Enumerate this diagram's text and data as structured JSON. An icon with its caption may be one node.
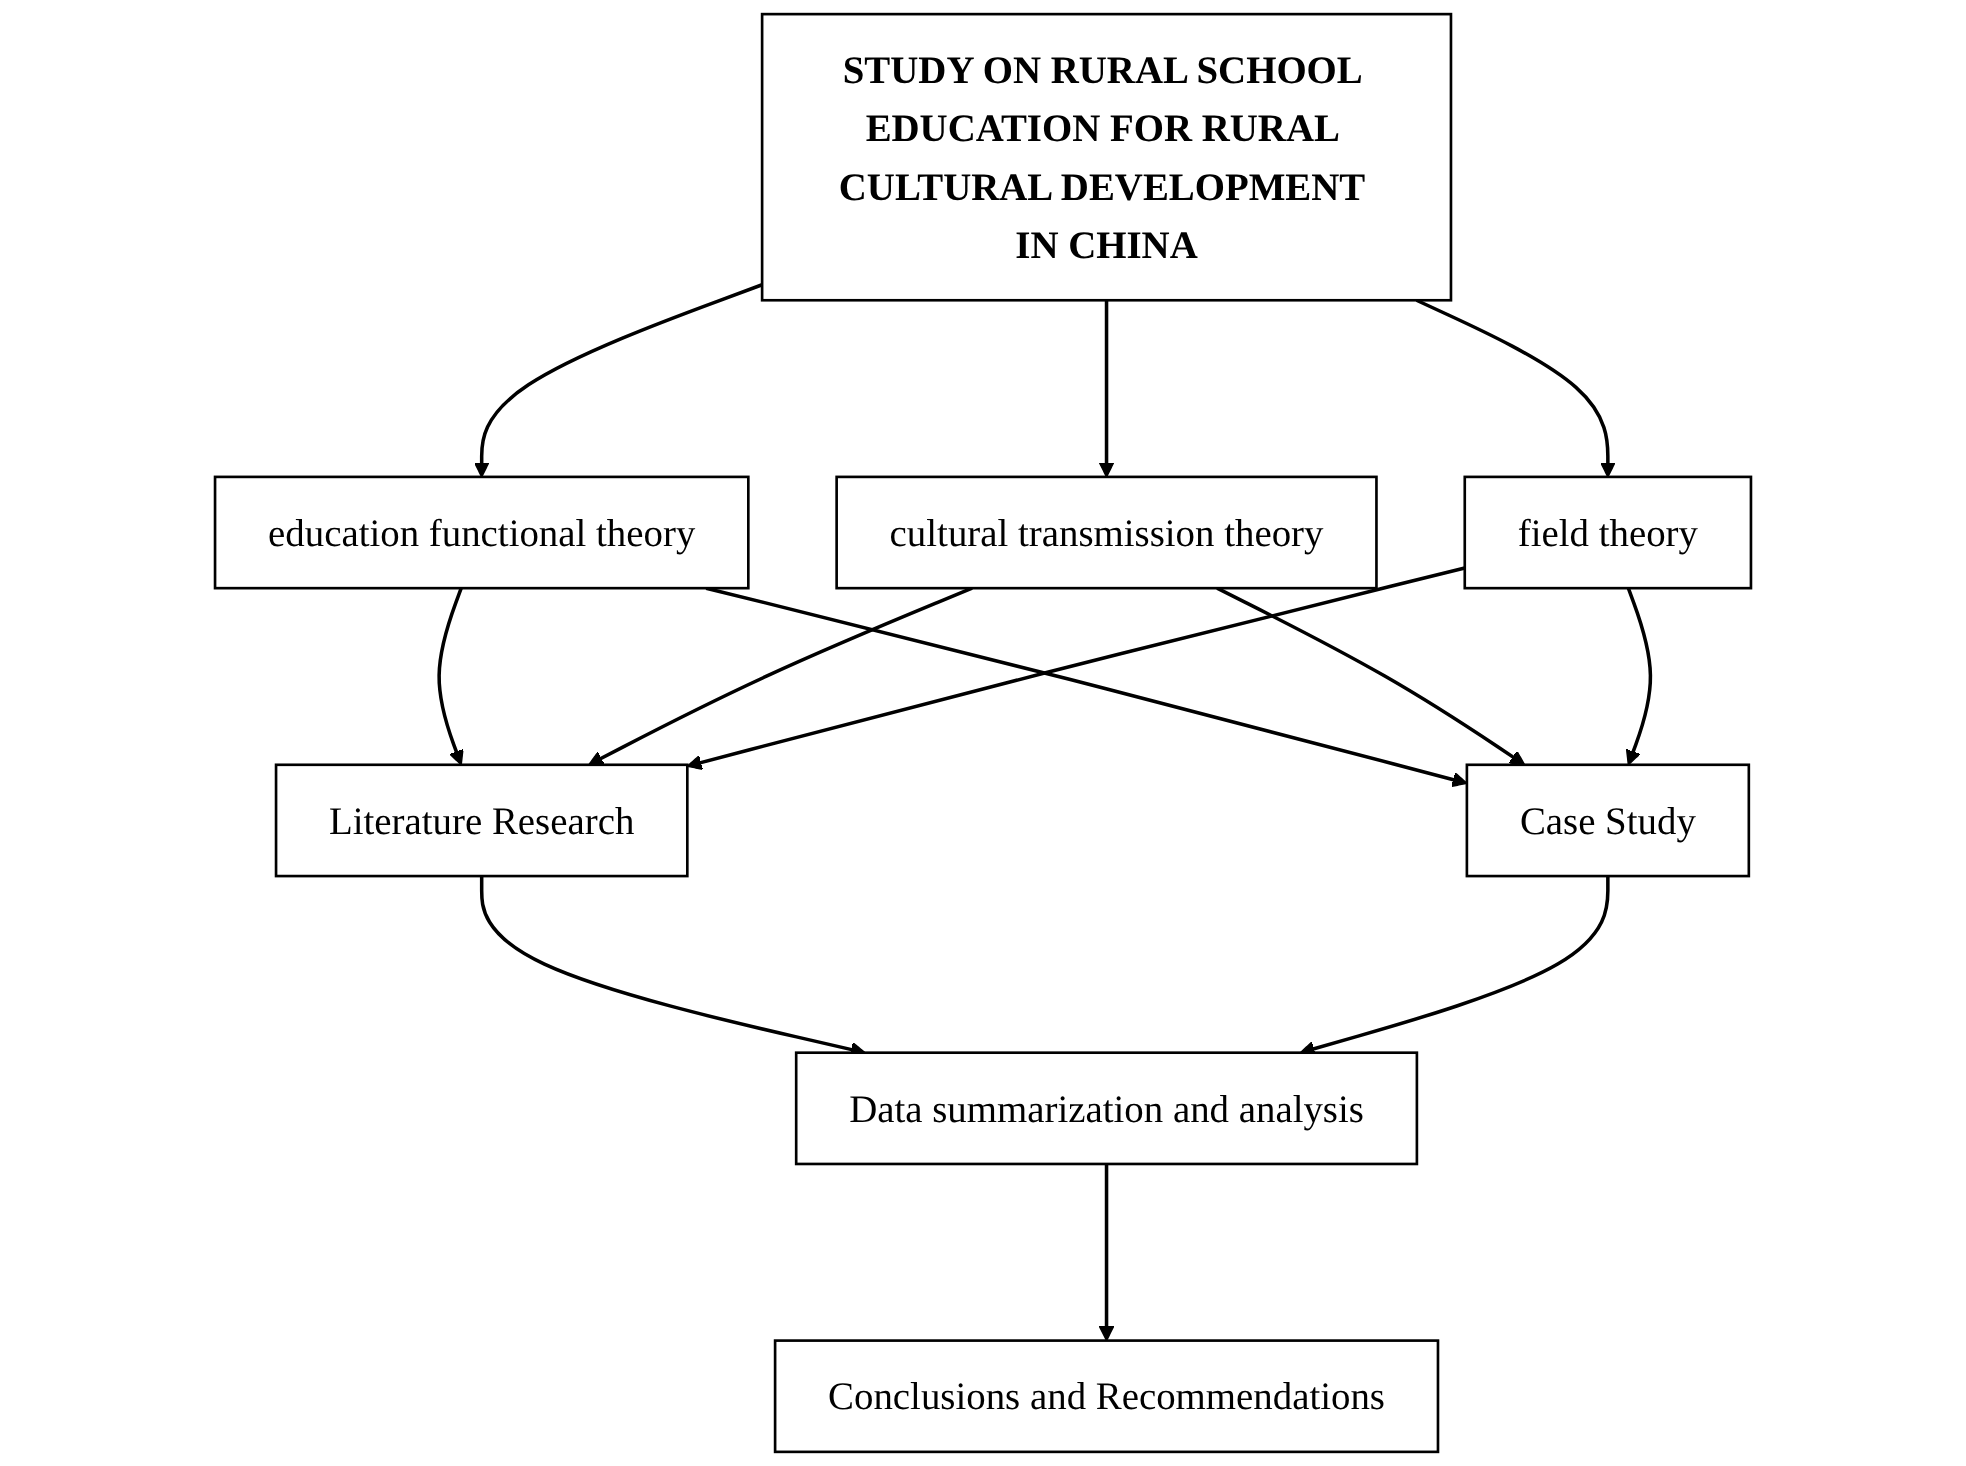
{
  "diagram": {
    "nodes": [
      {
        "text": [
          "STUDY ON RURAL SCHOOL EDUCATION FOR RURAL CULTURAL DEVELOPMENT IN CHINA"
        ]
      },
      {
        "text": [
          "education functional theory"
        ]
      },
      {
        "text": [
          "cultural transmission theory"
        ]
      },
      {
        "text": [
          "field theory"
        ]
      },
      {
        "text": [
          "Literature Research"
        ]
      },
      {
        "text": [
          "Case Study"
        ]
      },
      {
        "text": [
          "Data summarization and analysis"
        ]
      },
      {
        "text": [
          "Conclusions and Recommendations"
        ]
      }
    ],
    "edges": [
      {
        "from": 0,
        "to": 1,
        "arrow": "to"
      },
      {
        "from": 0,
        "to": 2,
        "arrow": "to"
      },
      {
        "from": 0,
        "to": 3,
        "arrow": "to"
      },
      {
        "from": 1,
        "to": 4,
        "arrow": "to"
      },
      {
        "from": 1,
        "to": 5,
        "arrow": "to"
      },
      {
        "from": 2,
        "to": 4,
        "arrow": "to"
      },
      {
        "from": 2,
        "to": 5,
        "arrow": "to"
      },
      {
        "from": 3,
        "to": 4,
        "arrow": "to"
      },
      {
        "from": 3,
        "to": 5,
        "arrow": "to"
      },
      {
        "from": 4,
        "to": 6,
        "arrow": "to"
      },
      {
        "from": 5,
        "to": 6,
        "arrow": "to"
      },
      {
        "from": 6,
        "to": 7,
        "arrow": "to"
      }
    ]
  }
}
